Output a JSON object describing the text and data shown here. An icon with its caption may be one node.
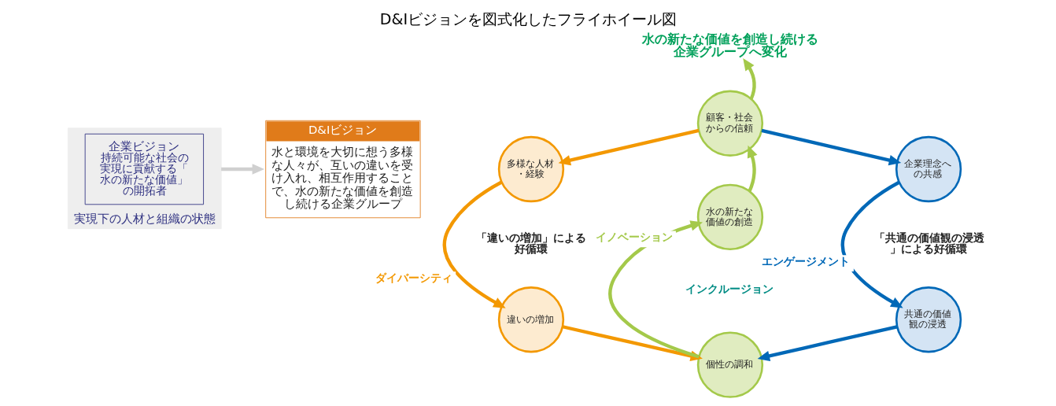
{
  "diagram": {
    "title": "D&Iビジョンを図式化したフライホイール図",
    "nodes": [
      {
        "text": [
          "実現下の人材と組織の状態"
        ]
      },
      {
        "text": [
          "企業ビジョン",
          "持続可能な社会の実現に貢献する「水の新たな価値」の開拓者"
        ],
        "in": 0
      },
      {
        "text": [
          "D&Iビジョン",
          "水と環境を大切に想う多様な人々が、互いの違いを受け入れ、相互作用することで、水の新たな価値を創造し続ける企業グループ"
        ]
      },
      {
        "text": [
          "多様な人材・経験"
        ]
      },
      {
        "text": [
          "違いの増加"
        ]
      },
      {
        "text": [
          "個性の調和"
        ]
      },
      {
        "text": [
          "水の新たな価値の創造"
        ]
      },
      {
        "text": [
          "顧客・社会からの信頼"
        ]
      },
      {
        "text": [
          "企業理念への共感"
        ]
      },
      {
        "text": [
          "共通の価値観の浸透"
        ]
      },
      {
        "text": [
          "水の新たな価値を創造し続ける企業グループへ変化"
        ]
      }
    ],
    "edges": [
      {
        "from": 0,
        "to": 2,
        "arrow": "to",
        "color": "#d0d0d0"
      },
      {
        "from": 7,
        "to": 3,
        "arrow": "to",
        "color": "#f39800"
      },
      {
        "from": 3,
        "to": 4,
        "arrow": "to",
        "color": "#f39800",
        "label": "ダイバーシティ"
      },
      {
        "from": 4,
        "to": 5,
        "arrow": "to",
        "color": "#f39800"
      },
      {
        "from": 5,
        "to": 6,
        "arrow": "to",
        "color": "#a4c94a",
        "label": "イノベーション"
      },
      {
        "from": 6,
        "to": 7,
        "arrow": "to",
        "color": "#a4c94a"
      },
      {
        "from": 7,
        "to": 10,
        "arrow": "to",
        "color": "#a4c94a"
      },
      {
        "from": 7,
        "to": 8,
        "arrow": "to",
        "color": "#0068b7"
      },
      {
        "from": 8,
        "to": 9,
        "arrow": "to",
        "color": "#0068b7",
        "label": "エンゲージメント"
      },
      {
        "from": 9,
        "to": 5,
        "arrow": "to",
        "color": "#0068b7"
      }
    ],
    "labels": [
      "「違いの増加」による好循環",
      "「共通の価値観の浸透」による好循環",
      "インクルージョン"
    ]
  }
}
